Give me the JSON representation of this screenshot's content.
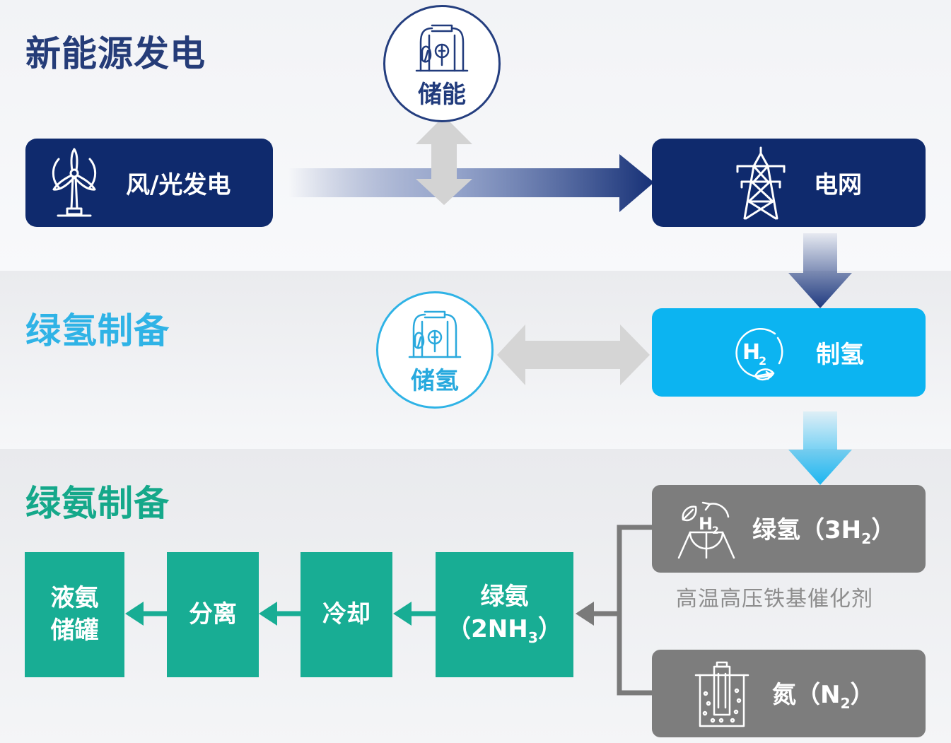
{
  "sections": {
    "power": "新能源发电",
    "hydrogen": "绿氢制备",
    "ammonia": "绿氨制备"
  },
  "nodes": {
    "wind_solar": "风/光发电",
    "grid": "电网",
    "storage": "储能",
    "electrolysis": "制氢",
    "h2_storage": "储氢",
    "green_h2_name": "绿氢（3H",
    "green_h2_sub": "2",
    "green_h2_close": "）",
    "nitrogen_name": "氮（N",
    "nitrogen_sub": "2",
    "nitrogen_close": "）",
    "catalyst": "高温高压铁基催化剂",
    "green_nh3_line1": "绿氨",
    "green_nh3_line2": "（2NH",
    "green_nh3_sub": "3",
    "green_nh3_close": "）",
    "cooling": "冷却",
    "separation": "分离",
    "tank_line1": "液氨",
    "tank_line2": "储罐"
  },
  "icons": {
    "wind": "wind-turbine-icon",
    "grid": "power-tower-icon",
    "storage": "storage-tanks-icon",
    "electrolysis": "h2-cycle-icon",
    "green_h2": "green-h2-leaf-icon",
    "nitrogen": "nitrogen-tank-icon"
  },
  "colors": {
    "navy": "#0f2a6d",
    "sky": "#0cb4f1",
    "teal": "#18ad94",
    "gray": "#7d7d7d"
  }
}
